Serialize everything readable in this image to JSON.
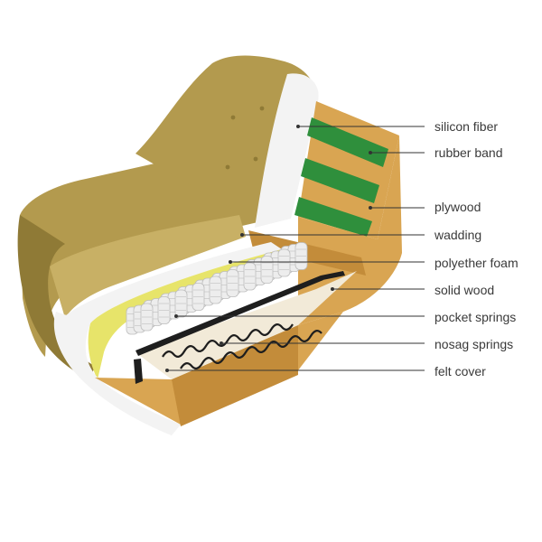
{
  "diagram": {
    "callouts": [
      {
        "id": "silicon-fiber",
        "label": "silicon fiber"
      },
      {
        "id": "rubber-band",
        "label": "rubber band"
      },
      {
        "id": "plywood",
        "label": "plywood"
      },
      {
        "id": "wadding",
        "label": "wadding"
      },
      {
        "id": "polyether-foam",
        "label": "polyether foam"
      },
      {
        "id": "solid-wood",
        "label": "solid wood"
      },
      {
        "id": "pocket-springs",
        "label": "pocket springs"
      },
      {
        "id": "nosag-springs",
        "label": "nosag springs"
      },
      {
        "id": "felt-cover",
        "label": "felt cover"
      }
    ]
  },
  "colors": {
    "upholstery": "#b39a4e",
    "upholstery_dark": "#8f7a36",
    "upholstery_light": "#c8b065",
    "frame_wood": "#d9a552",
    "frame_wood_dark": "#c38c3a",
    "silicon_fiber": "#f3f3f3",
    "yellow_foam": "#e7e46a",
    "rubber_band": "#2f8f3c",
    "spring": "#ededed",
    "metal": "#1e1e1e",
    "leader_line": "#333333"
  }
}
